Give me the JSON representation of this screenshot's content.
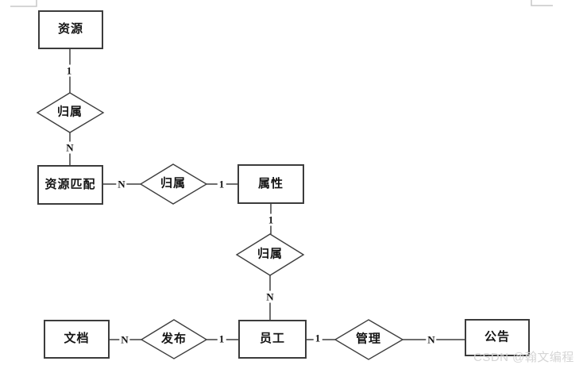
{
  "entities": {
    "resource": "资源",
    "resource_match": "资源匹配",
    "attribute": "属性",
    "document": "文档",
    "employee": "员工",
    "announcement": "公告"
  },
  "relationships": {
    "belongs_top": "归属",
    "belongs_mid": "归属",
    "belongs_low": "归属",
    "publish": "发布",
    "manage": "管理"
  },
  "cardinalities": {
    "resource_to_belongs": "1",
    "belongs_to_match": "N",
    "match_to_belongs": "N",
    "belongs_to_attribute": "1",
    "attribute_to_belongs": "1",
    "belongs_to_employee": "N",
    "document_to_publish": "N",
    "publish_to_employee": "1",
    "employee_to_manage": "1",
    "manage_to_announcement": "N"
  },
  "watermark": "CSDN @翰文编程",
  "colors": {
    "line": "#3f3f3f",
    "corner_mark": "#c7c7c7",
    "watermark": "#d5d5d5"
  }
}
